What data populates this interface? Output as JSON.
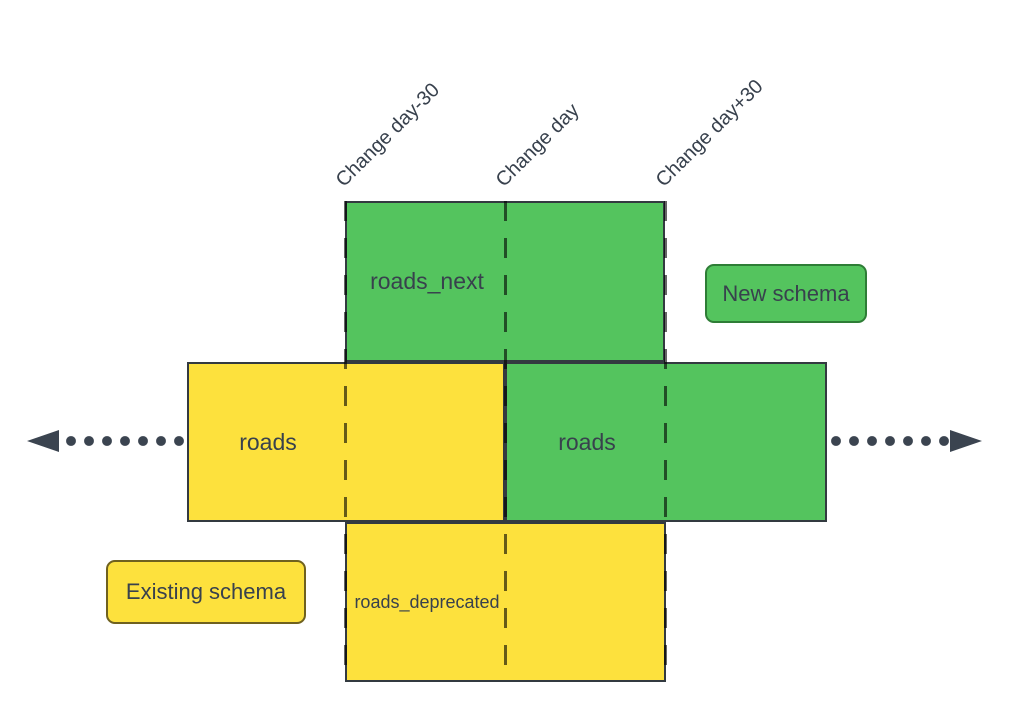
{
  "timeline": {
    "labels": [
      "Change day-30",
      "Change day",
      "Change day+30"
    ]
  },
  "boxes": {
    "roads_next": {
      "label": "roads_next",
      "fill": "green"
    },
    "roads_existing": {
      "label": "roads",
      "fill": "yellow"
    },
    "roads_new": {
      "label": "roads",
      "fill": "green"
    },
    "roads_deprecated": {
      "label": "roads_deprecated",
      "fill": "yellow"
    }
  },
  "legend": {
    "new_schema_label": "New schema",
    "existing_schema_label": "Existing schema"
  },
  "colors": {
    "schema_green": "#54c45e",
    "schema_yellow": "#fde13d",
    "box_stroke": "#333a40",
    "green_badge_stroke": "#2e7d36",
    "yellow_badge_stroke": "#6f611f",
    "text": "#38414d",
    "arrow": "#3b4450"
  }
}
